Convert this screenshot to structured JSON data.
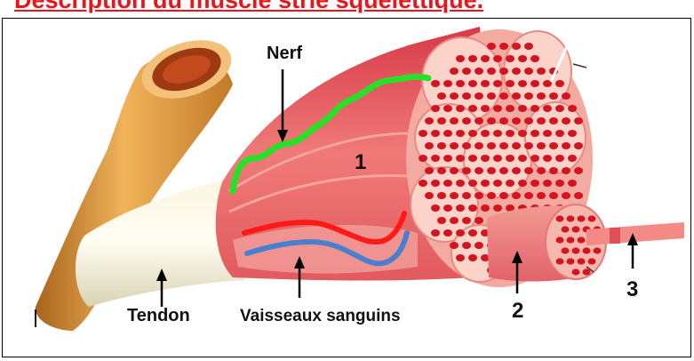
{
  "heading": "Description du muscle strié squelettique.",
  "labels": {
    "nerf": "Nerf",
    "tendon": "Tendon",
    "vaisseaux": "Vaisseaux sanguins",
    "num1": "1",
    "num2": "2",
    "num3": "3"
  },
  "colors": {
    "heading": "#e8161c",
    "nerve": "#27e027",
    "artery": "#ff1a1a",
    "vein": "#4a7fd0",
    "bone": "#e3a44a",
    "muscle": "#e86a6a",
    "fiber": "#d4141e"
  }
}
